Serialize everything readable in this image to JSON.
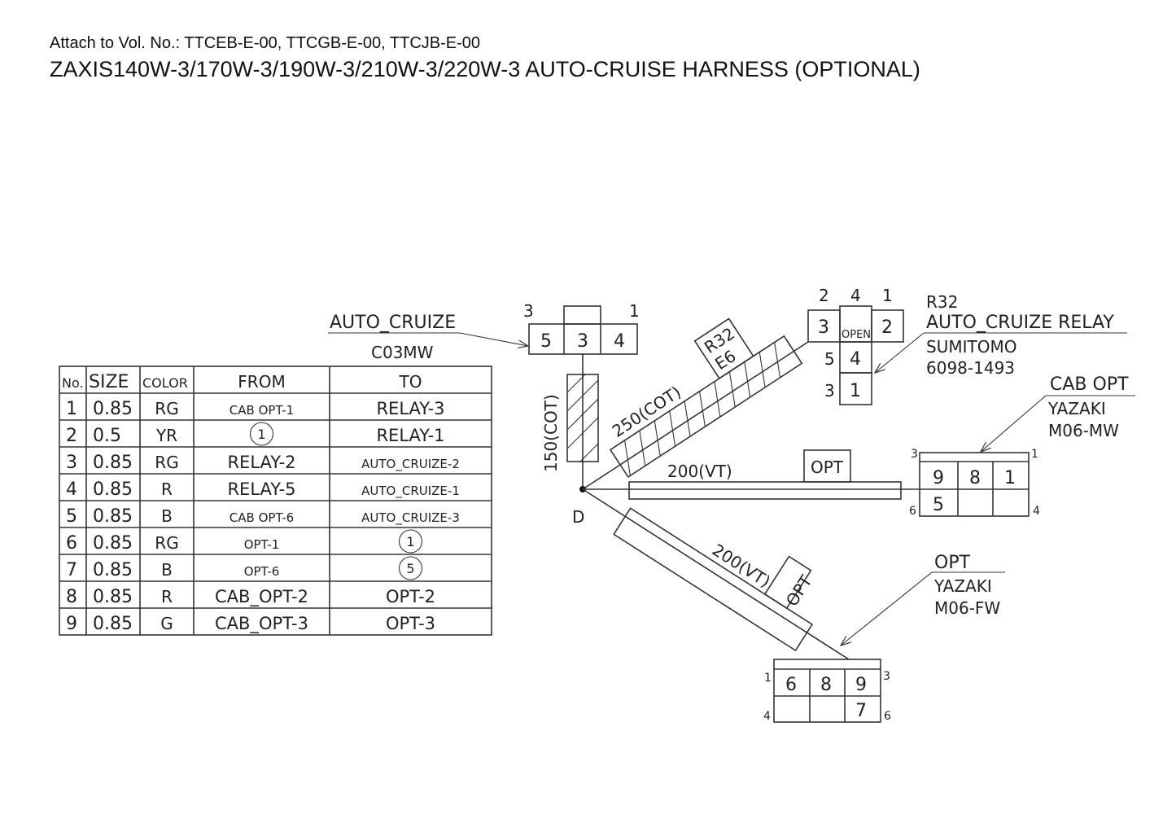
{
  "header": {
    "attach": "Attach to Vol. No.: TTCEB-E-00, TTCGB-E-00, TTCJB-E-00",
    "title": "ZAXIS140W-3/170W-3/190W-3/210W-3/220W-3 AUTO-CRUISE HARNESS (OPTIONAL)"
  },
  "table": {
    "headers": [
      "No.",
      "SIZE",
      "COLOR",
      "FROM",
      "TO"
    ],
    "rows": [
      [
        "1",
        "0.85",
        "RG",
        "CAB OPT-1",
        "RELAY-3"
      ],
      [
        "2",
        "0.5",
        "YR",
        "1",
        "RELAY-1"
      ],
      [
        "3",
        "0.85",
        "RG",
        "RELAY-2",
        "AUTO_CRUIZE-2"
      ],
      [
        "4",
        "0.85",
        "R",
        "RELAY-5",
        "AUTO_CRUIZE-1"
      ],
      [
        "5",
        "0.85",
        "B",
        "CAB OPT-6",
        "AUTO_CRUIZE-3"
      ],
      [
        "6",
        "0.85",
        "RG",
        "OPT-1",
        "1"
      ],
      [
        "7",
        "0.85",
        "B",
        "OPT-6",
        "5"
      ],
      [
        "8",
        "0.85",
        "R",
        "CAB_OPT-2",
        "OPT-2"
      ],
      [
        "9",
        "0.85",
        "G",
        "CAB_OPT-3",
        "OPT-3"
      ]
    ]
  },
  "auto_cruize": {
    "name": "AUTO_CRUIZE",
    "part": "C03MW",
    "pin_left": "3",
    "pin_right": "1",
    "cells": [
      "5",
      "3",
      "4"
    ]
  },
  "branches": {
    "vertical": "150(COT)",
    "point": "D",
    "relay_branch": "250(COT)",
    "relay_tag": [
      "R32",
      "E6"
    ],
    "horizontal": "200(VT)",
    "horizontal_tag": "OPT",
    "lower": "200(VT)",
    "lower_tag": "OPT"
  },
  "relay": {
    "ref": "R32",
    "name": "AUTO_CRUIZE RELAY",
    "maker": "SUMITOMO",
    "part": "6098-1493",
    "top_pins": [
      "2",
      "4",
      "1"
    ],
    "cells": {
      "left": "3",
      "open": "OPEN",
      "right": "2",
      "mid": "4",
      "bottom": "1"
    },
    "side_pins": [
      "5",
      "3"
    ]
  },
  "cab_opt": {
    "name": "CAB OPT",
    "maker": "YAZAKI",
    "part": "M06-MW",
    "corner_pins": [
      "3",
      "1",
      "6",
      "4"
    ],
    "cells": [
      "9",
      "8",
      "1",
      "5",
      "",
      ""
    ]
  },
  "opt": {
    "name": "OPT",
    "maker": "YAZAKI",
    "part": "M06-FW",
    "corner_pins": [
      "1",
      "3",
      "4",
      "6"
    ],
    "cells": [
      "6",
      "8",
      "9",
      "",
      "",
      "7"
    ]
  }
}
